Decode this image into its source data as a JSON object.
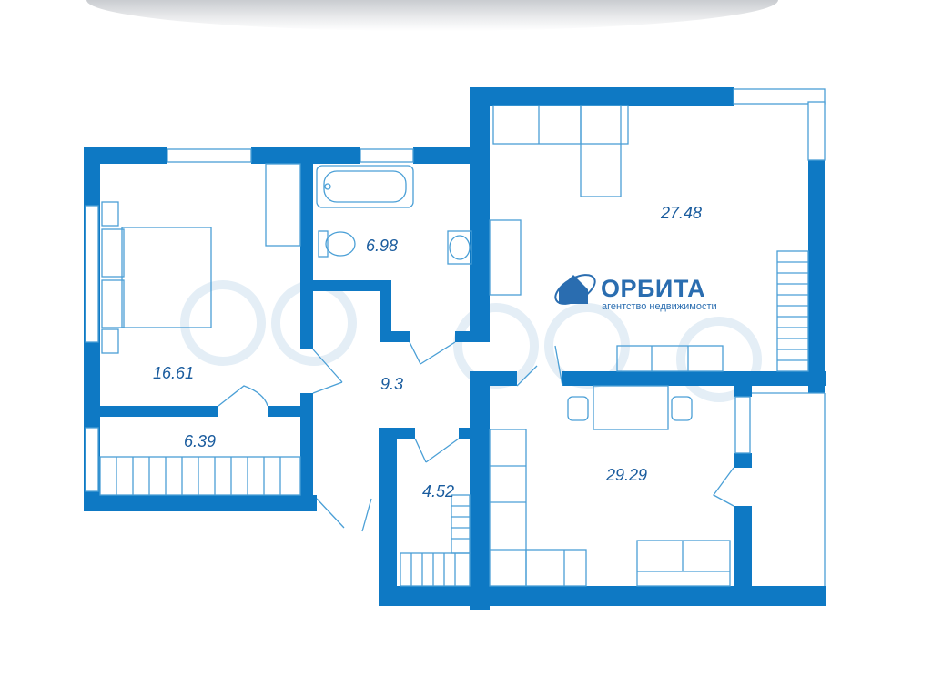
{
  "plan": {
    "rooms": [
      {
        "id": "bedroom",
        "area": "16.61"
      },
      {
        "id": "bathroom",
        "area": "6.98"
      },
      {
        "id": "living-room",
        "area": "27.48"
      },
      {
        "id": "hallway",
        "area": "9.3"
      },
      {
        "id": "balcony",
        "area": "6.39"
      },
      {
        "id": "storage",
        "area": "4.52"
      },
      {
        "id": "kitchen",
        "area": "29.29"
      }
    ]
  },
  "brand": {
    "name": "ОРБИТА",
    "tagline": "агентство недвижимости"
  },
  "colors": {
    "wall": "#0e79c4",
    "furniture_line": "#4a9fd6",
    "label": "#1a5c9e",
    "brand": "#2a6db0"
  }
}
